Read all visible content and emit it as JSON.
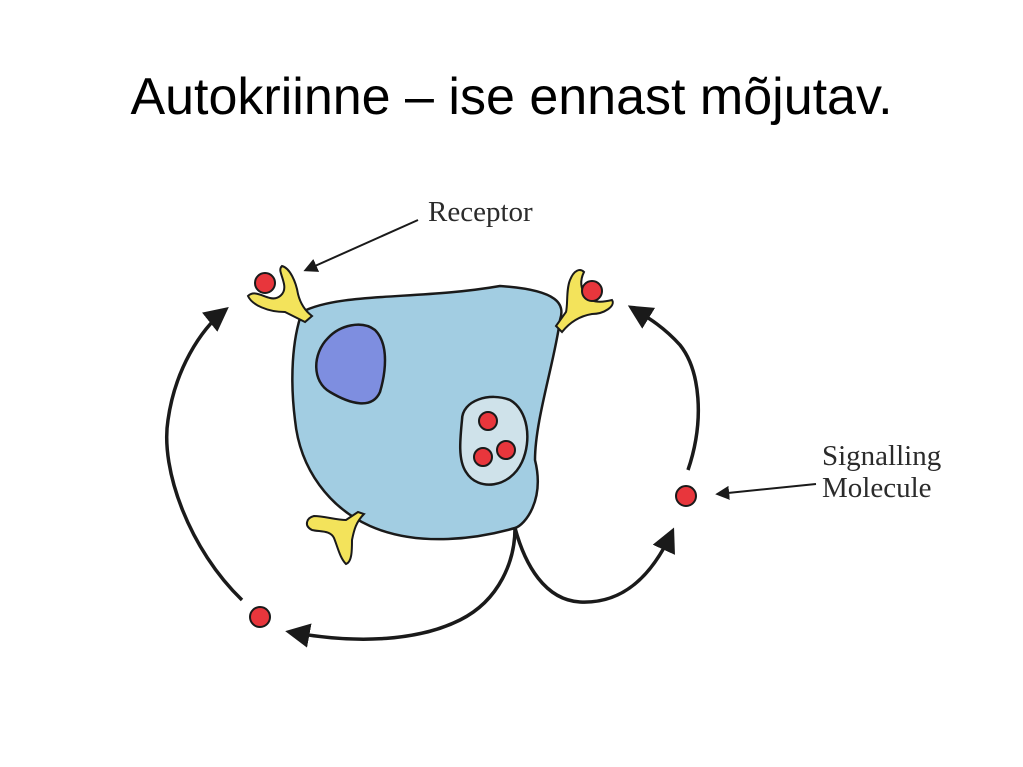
{
  "slide": {
    "title": "Autokriinne – ise ennast mõjutav."
  },
  "diagram": {
    "labels": {
      "receptor": "Receptor",
      "signalling_line1": "Signalling",
      "signalling_line2": "Molecule"
    },
    "colors": {
      "cell": "#a2cde2",
      "nucleus": "#7e8ee0",
      "vesicle": "#cfe2ea",
      "molecule": "#e8363c",
      "receptor": "#f3e35b",
      "outline": "#1a1a1a"
    }
  }
}
